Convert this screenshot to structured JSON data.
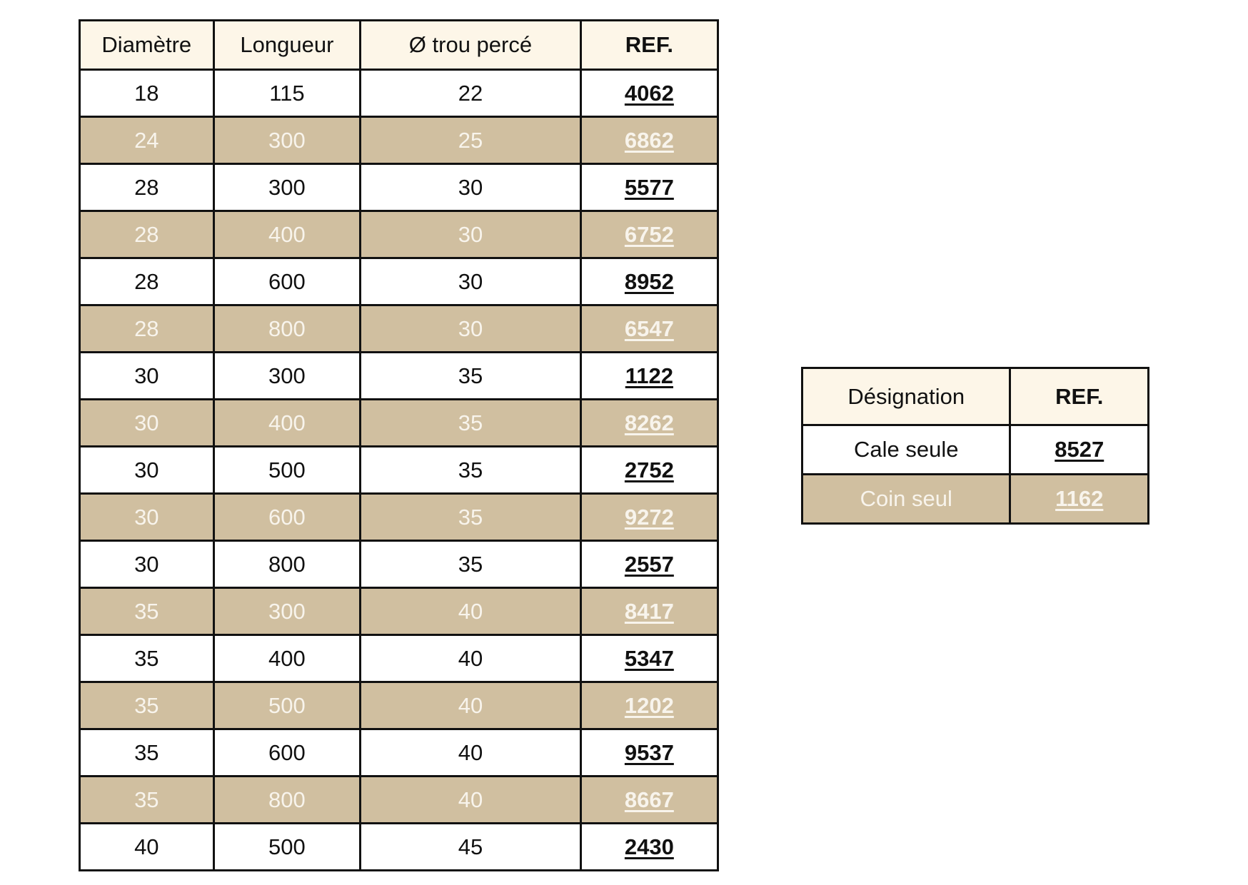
{
  "main_table": {
    "headers": [
      "Diamètre",
      "Longueur",
      "Ø trou percé",
      "REF."
    ],
    "rows": [
      [
        "18",
        "115",
        "22",
        "4062"
      ],
      [
        "24",
        "300",
        "25",
        "6862"
      ],
      [
        "28",
        "300",
        "30",
        "5577"
      ],
      [
        "28",
        "400",
        "30",
        "6752"
      ],
      [
        "28",
        "600",
        "30",
        "8952"
      ],
      [
        "28",
        "800",
        "30",
        "6547"
      ],
      [
        "30",
        "300",
        "35",
        "1122"
      ],
      [
        "30",
        "400",
        "35",
        "8262"
      ],
      [
        "30",
        "500",
        "35",
        "2752"
      ],
      [
        "30",
        "600",
        "35",
        "9272"
      ],
      [
        "30",
        "800",
        "35",
        "2557"
      ],
      [
        "35",
        "300",
        "40",
        "8417"
      ],
      [
        "35",
        "400",
        "40",
        "5347"
      ],
      [
        "35",
        "500",
        "40",
        "1202"
      ],
      [
        "35",
        "600",
        "40",
        "9537"
      ],
      [
        "35",
        "800",
        "40",
        "8667"
      ],
      [
        "40",
        "500",
        "45",
        "2430"
      ]
    ]
  },
  "side_table": {
    "headers": [
      "Désignation",
      "REF."
    ],
    "rows": [
      [
        "Cale seule",
        "8527"
      ],
      [
        "Coin seul",
        "1162"
      ]
    ]
  },
  "colors": {
    "header_bg": "#fdf6e8",
    "alt_row_bg": "#d0bfa0",
    "alt_row_text": "#f8f4ec"
  }
}
